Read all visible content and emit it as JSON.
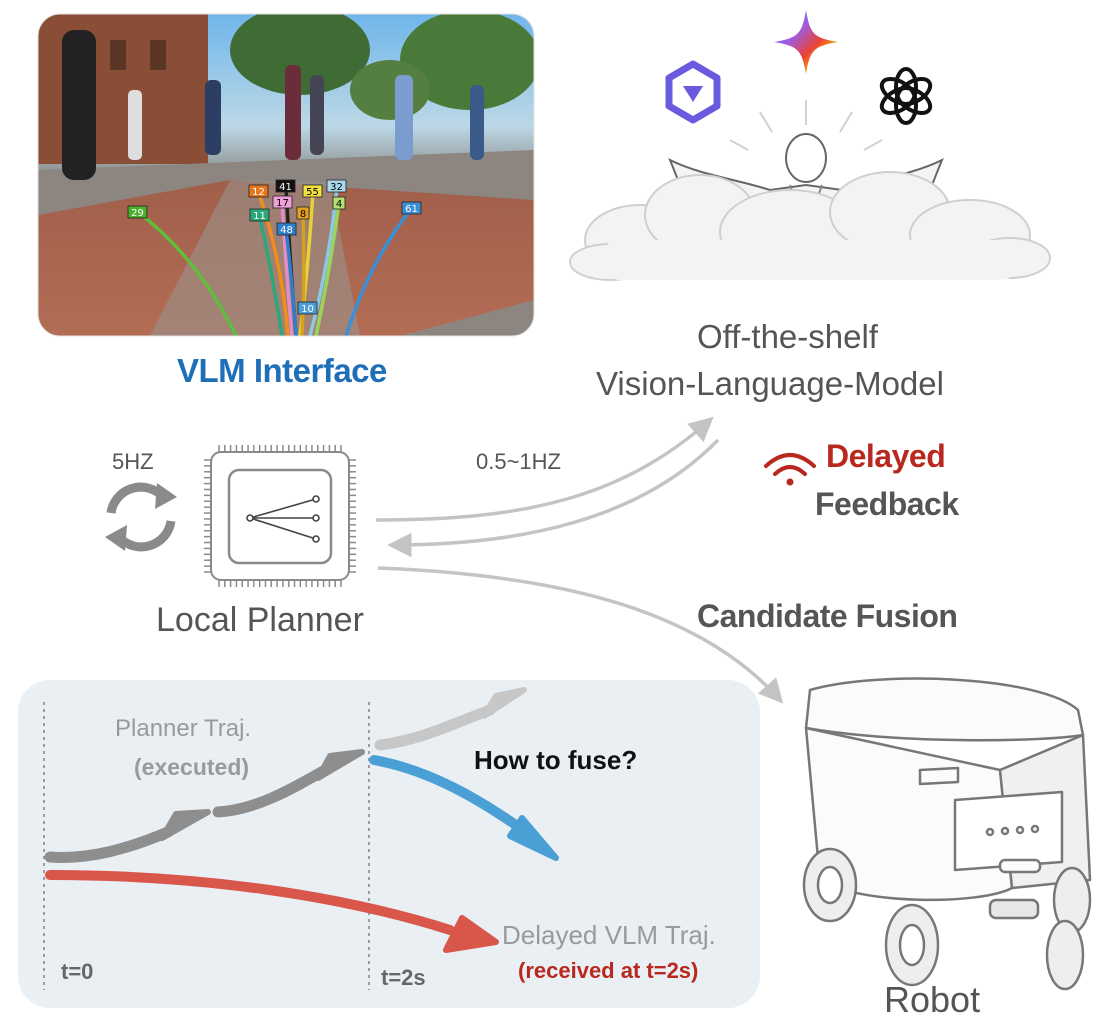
{
  "vlm_interface": {
    "title": "VLM Interface",
    "candidate_labels": [
      "29",
      "12",
      "41",
      "55",
      "32",
      "4",
      "17",
      "11",
      "8",
      "48",
      "61",
      "10"
    ]
  },
  "vlm_model": {
    "line1": "Off-the-shelf",
    "line2": "Vision-Language-Model",
    "icons": [
      "qwen-logo-icon",
      "gemini-logo-icon",
      "openai-logo-icon"
    ]
  },
  "planner": {
    "rate": "5HZ",
    "label": "Local Planner",
    "vlm_rate": "0.5~1HZ"
  },
  "delayed_feedback": {
    "word1": "Delayed",
    "word2": "Feedback"
  },
  "candidate_fusion": "Candidate Fusion",
  "robot": {
    "label": "Robot"
  },
  "timeline": {
    "planner_traj": "Planner Traj.",
    "planner_traj_sub": "(executed)",
    "question": "How to fuse?",
    "vlm_traj": "Delayed VLM Traj.",
    "vlm_traj_sub": "(received at t=2s)",
    "t0": "t=0",
    "t2": "t=2s"
  },
  "colors": {
    "blue_title": "#1f6fb8",
    "red": "#b8281e",
    "gray_text": "#555555",
    "arrow_gray": "#c4c4c4",
    "panel_bg": "#e9eff3",
    "traj_blue": "#4a9fd4",
    "traj_red": "#d8574a"
  }
}
